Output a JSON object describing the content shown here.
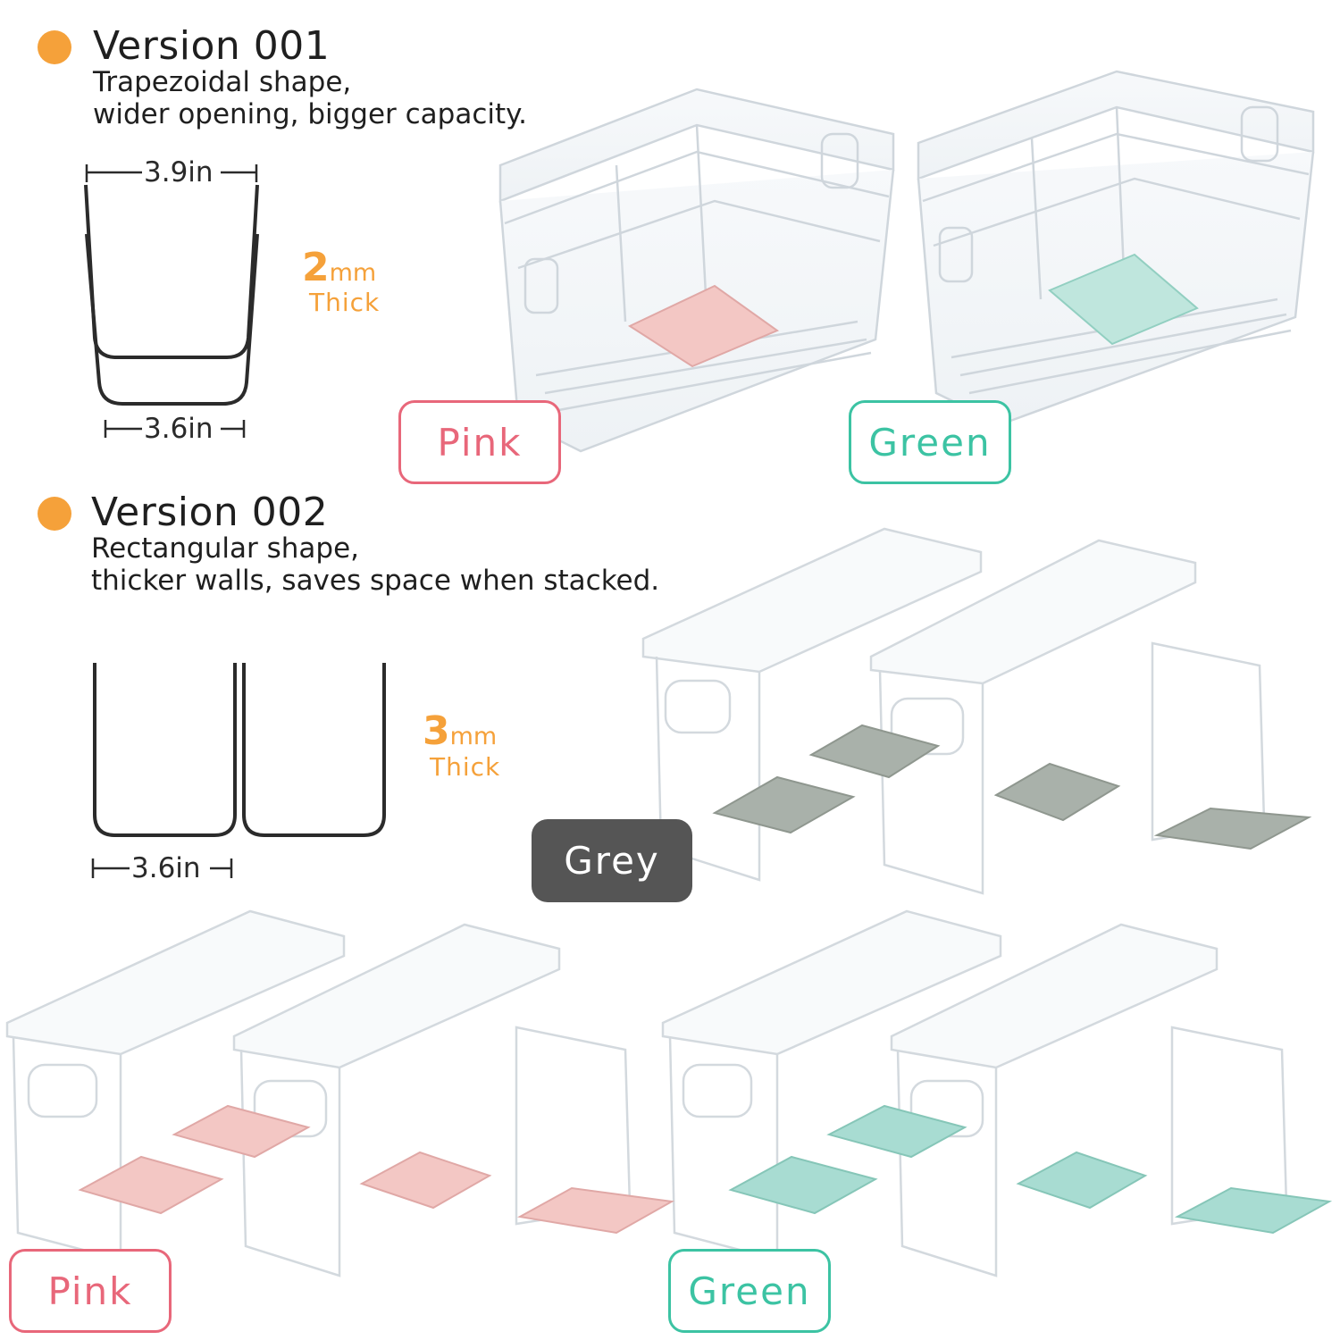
{
  "version1": {
    "title": "Version 001",
    "desc_line1": "Trapezoidal shape,",
    "desc_line2": "wider opening, bigger capacity.",
    "top_width": "3.9in",
    "bottom_width": "3.6in",
    "thickness_num": "2",
    "thickness_unit": "mm",
    "thickness_word": "Thick",
    "tags": {
      "pink": "Pink",
      "green": "Green"
    }
  },
  "version2": {
    "title": "Version 002",
    "desc_line1": "Rectangular shape,",
    "desc_line2": "thicker walls, saves space when stacked.",
    "width": "3.6in",
    "thickness_num": "3",
    "thickness_unit": "mm",
    "thickness_word": "Thick",
    "tags": {
      "grey": "Grey",
      "pink": "Pink",
      "green": "Green"
    }
  },
  "colors": {
    "accent_orange": "#f5a13a",
    "pink": "#e8677a",
    "green": "#3cc3a3",
    "grey_tag": "#555555",
    "pad_pink": "#f3c7c4",
    "pad_green": "#a8dcd2",
    "pad_grey": "#a9b1aa"
  }
}
